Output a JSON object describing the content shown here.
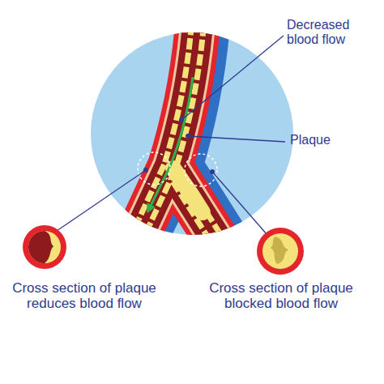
{
  "diagram": {
    "labels": [
      "Decreased blood flow",
      "Plaque",
      "Cross section of plaque reduces blood flow",
      "Cross section of plaque blocked blood flow"
    ]
  }
}
